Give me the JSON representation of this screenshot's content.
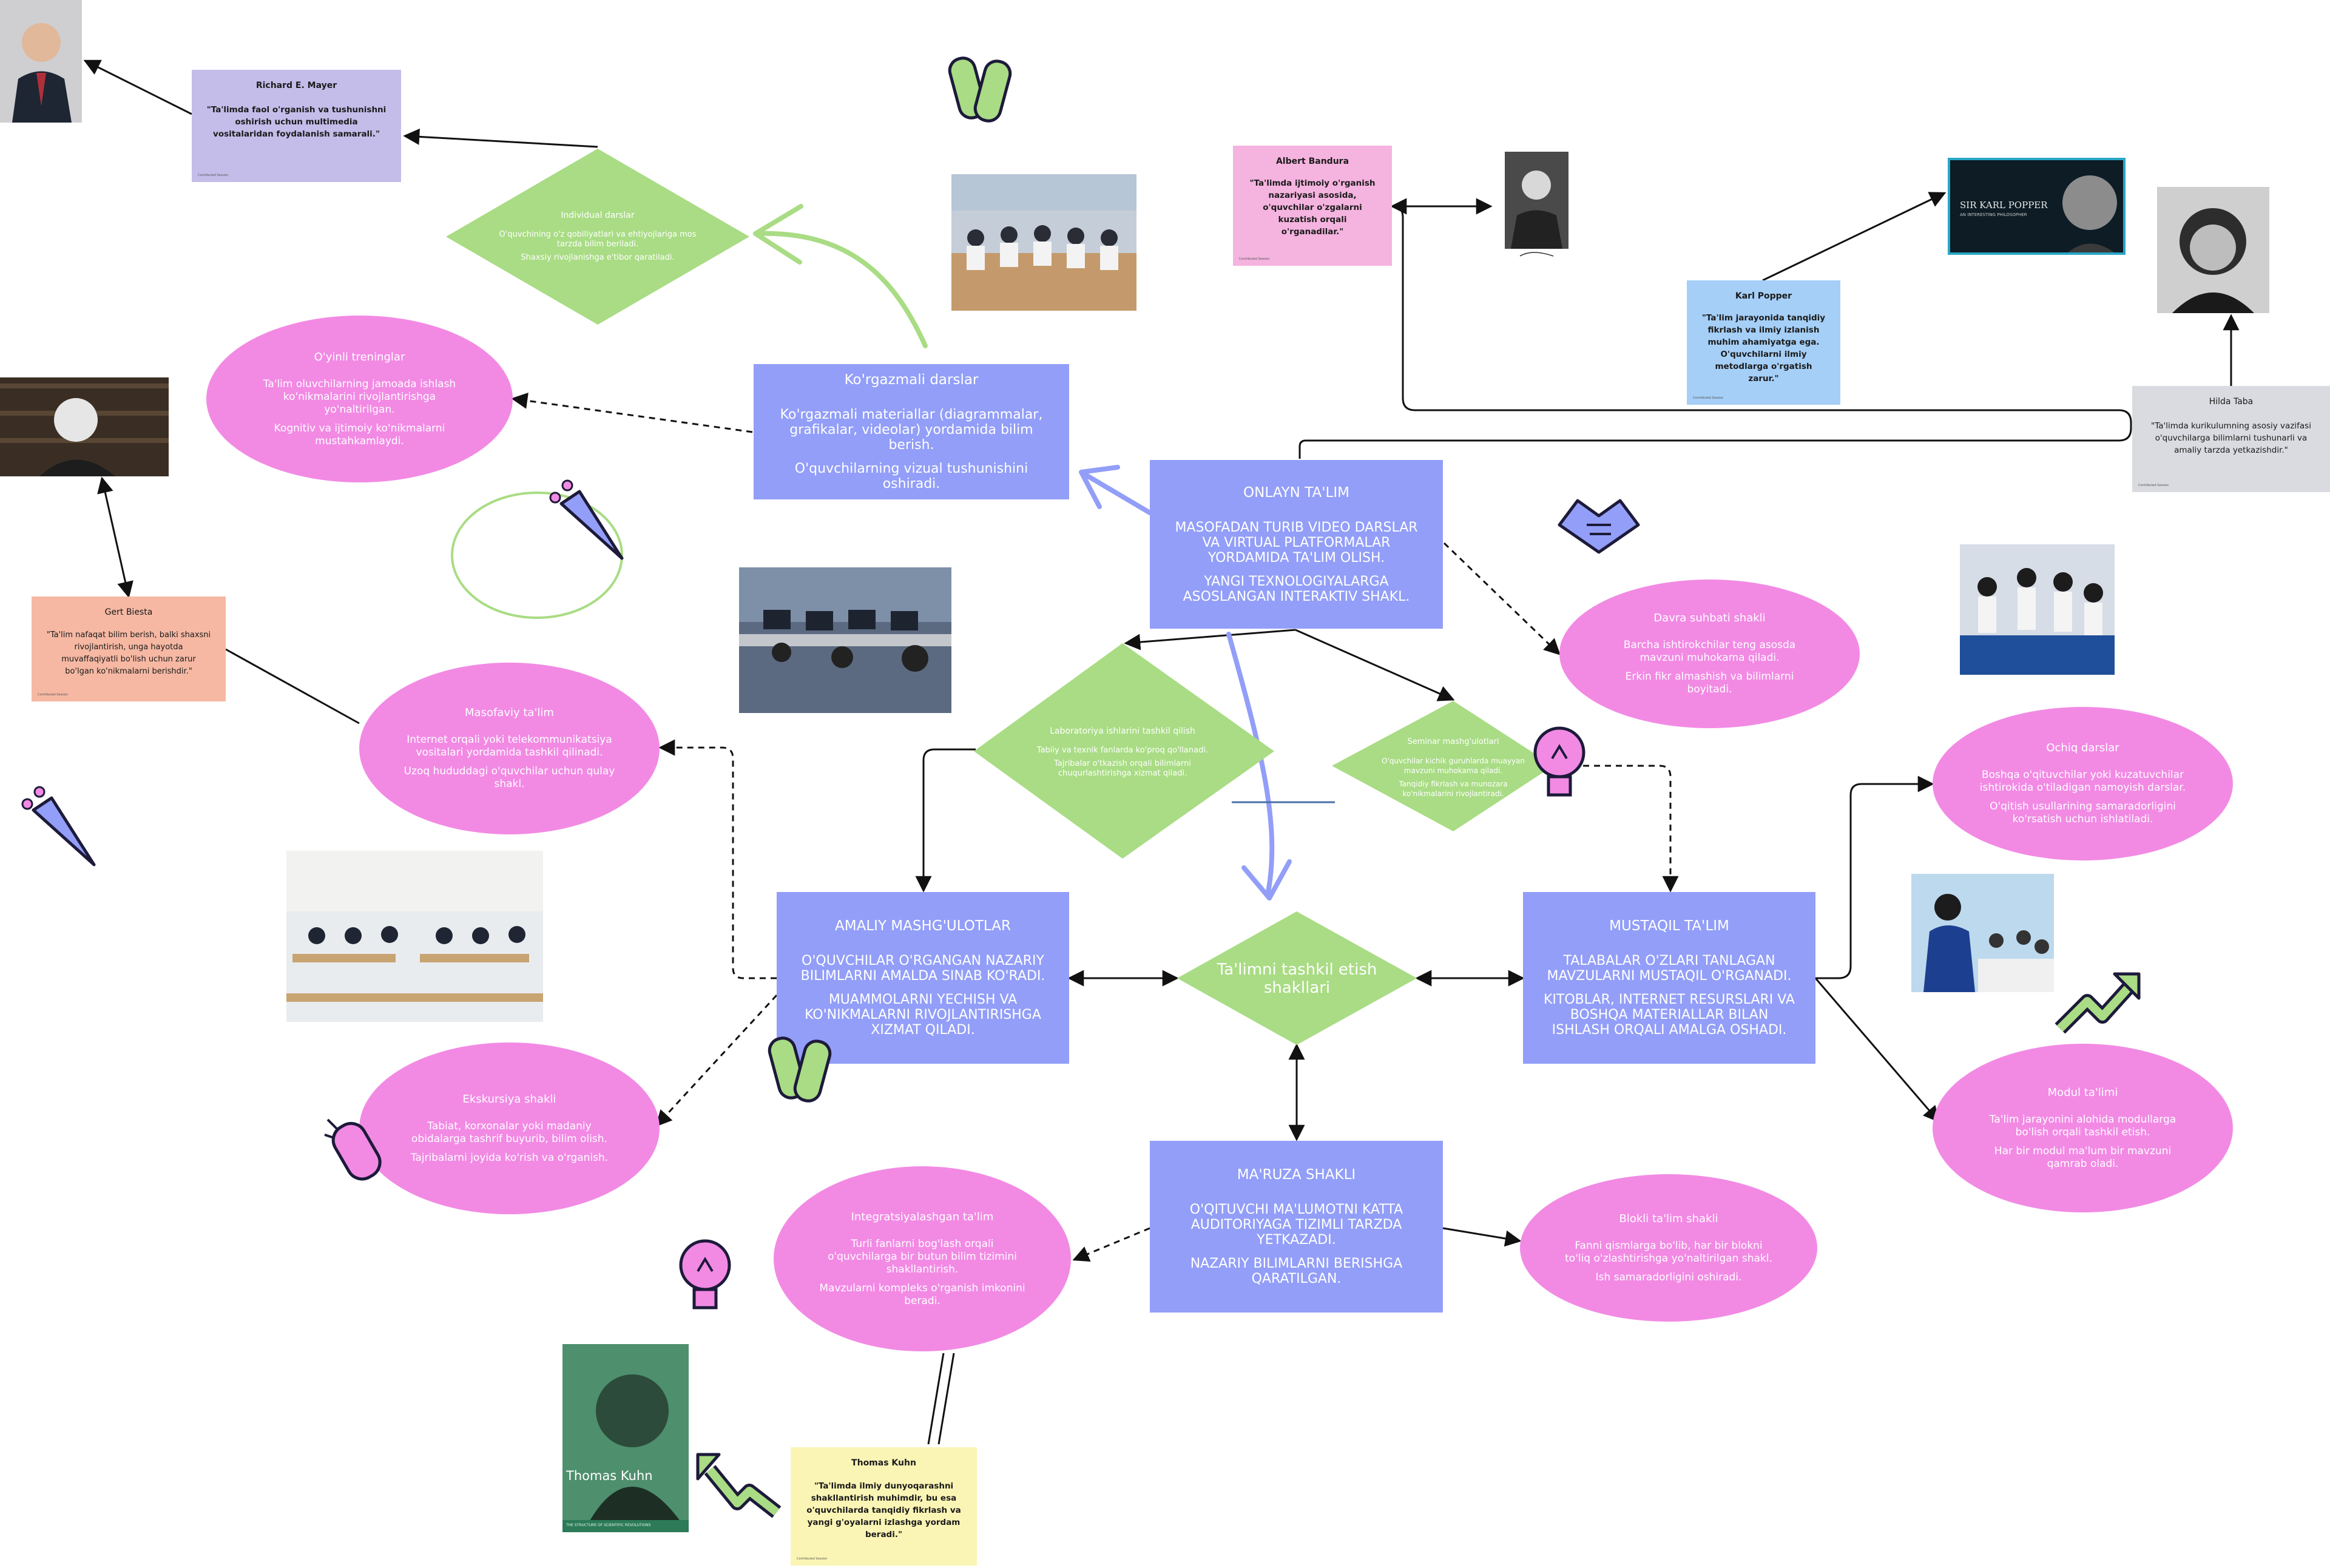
{
  "colors": {
    "blue": "#929ef8",
    "pink": "#f28ae4",
    "green": "#a9dc84",
    "icon_outline": "#1d1a3a"
  },
  "nodes": {
    "online": {
      "title": "ONLAYN TA'LIM",
      "lines": [
        "MASOFADAN TURIB VIDEO DARSLAR VA VIRTUAL PLATFORMALAR YORDAMIDA TA'LIM OLISH.",
        "YANGI TEXNOLOGIYALARGA ASOSLANGAN INTERAKTIV SHAKL."
      ]
    },
    "korgazmali": {
      "title": "Ko'rgazmali darslar",
      "lines": [
        "Ko'rgazmali materiallar (diagrammalar, grafikalar, videolar) yordamida bilim berish.",
        "O'quvchilarning vizual tushunishini oshiradi."
      ]
    },
    "amaliy": {
      "title": "AMALIY MASHG'ULOTLAR",
      "lines": [
        "O'QUVCHILAR O'RGANGAN NAZARIY BILIMLARNI AMALDA SINAB KO'RADI.",
        "MUAMMOLARNI YECHISH VA KO'NIKMALARNI RIVOJLANTIRISHGA XIZMAT QILADI."
      ]
    },
    "mustaqil": {
      "title": "MUSTAQIL TA'LIM",
      "lines": [
        "TALABALAR O'ZLARI TANLAGAN MAVZULARNI MUSTAQIL O'RGANADI.",
        "KITOBLAR, INTERNET RESURSLARI VA BOSHQA MATERIALLAR BILAN ISHLASH ORQALI AMALGA OSHADI."
      ]
    },
    "maruza": {
      "title": "MA'RUZA SHAKLI",
      "lines": [
        "O'QITUVCHI MA'LUMOTNI KATTA AUDITORIYAGA TIZIMLI TARZDA YETKAZADI.",
        "NAZARIY BILIMLARNI BERISHGA QARATILGAN."
      ]
    },
    "center": {
      "title": "Ta'limni tashkil etish shakllari"
    },
    "individual": {
      "title": "Individual darslar",
      "lines": [
        "O'quvchining o'z qobiliyatlari va ehtiyojlariga mos tarzda bilim beriladi.",
        "Shaxsiy rivojlanishga e'tibor qaratiladi."
      ]
    },
    "laboratoriya": {
      "title": "Laboratoriya ishlarini tashkil qilish",
      "lines": [
        "Tabiiy va texnik fanlarda ko'proq qo'llanadi.",
        "Tajribalar o'tkazish orqali bilimlarni chuqurlashtirishga xizmat qiladi."
      ]
    },
    "seminar": {
      "title": "Seminar mashg'ulotlari",
      "lines": [
        "O'quvchilar kichik guruhlarda muayyan mavzuni muhokama qiladi.",
        "Tanqidiy fikrlash va munozara ko'nikmalarini rivojlantiradi."
      ]
    },
    "oyinli": {
      "title": "O'yinli treninglar",
      "lines": [
        "Ta'lim oluvchilarning jamoada ishlash ko'nikmalarini rivojlantirishga yo'naltirilgan.",
        "Kognitiv va ijtimoiy ko'nikmalarni mustahkamlaydi."
      ]
    },
    "masofaviy": {
      "title": "Masofaviy ta'lim",
      "lines": [
        "Internet orqali yoki telekommunikatsiya vositalari yordamida tashkil qilinadi.",
        "Uzoq hududdagi o'quvchilar uchun qulay shakl."
      ]
    },
    "ekskursiya": {
      "title": "Ekskursiya shakli",
      "lines": [
        "Tabiat, korxonalar yoki madaniy obidalarga tashrif buyurib, bilim olish.",
        "Tajribalarni joyida ko'rish va o'rganish."
      ]
    },
    "integratsiya": {
      "title": "Integratsiyalashgan ta'lim",
      "lines": [
        "Turli fanlarni bog'lash orqali o'quvchilarga bir butun bilim tizimini shakllantirish.",
        "Mavzularni kompleks o'rganish imkonini beradi."
      ]
    },
    "bloki": {
      "title": "Blokli ta'lim shakli",
      "lines": [
        "Fanni qismlarga bo'lib, har bir blokni to'liq o'zlashtirishga yo'naltirilgan shakl.",
        "Ish samaradorligini oshiradi."
      ]
    },
    "davra": {
      "title": "Davra suhbati shakli",
      "lines": [
        "Barcha ishtirokchilar teng asosda mavzuni muhokama qiladi.",
        "Erkin fikr almashish va bilimlarni boyitadi."
      ]
    },
    "ochiq": {
      "title": "Ochiq darslar",
      "lines": [
        "Boshqa o'qituvchilar yoki kuzatuvchilar ishtirokida o'tiladigan namoyish darslar.",
        "O'qitish usullarining samaradorligini ko'rsatish uchun ishlatiladi."
      ]
    },
    "modul": {
      "title": "Modul ta'limi",
      "lines": [
        "Ta'lim jarayonini alohida modullarga bo'lish orqali tashkil etish.",
        "Har bir modul ma'lum bir mavzuni qamrab oladi."
      ]
    }
  },
  "quotes": {
    "mayer": {
      "name": "Richard E. Mayer",
      "quote": "\"Ta'limda faol o'rganish va tushunishni oshirish uchun multimedia vositalaridan foydalanish samarali.\"",
      "footer": "Contributed Session"
    },
    "bandura": {
      "name": "Albert Bandura",
      "quote": "\"Ta'limda ijtimoiy o'rganish nazariyasi asosida, o'quvchilar o'zgalarni kuzatish orqali o'rganadilar.\"",
      "footer": "Contributed Session"
    },
    "popper": {
      "name": "Karl Popper",
      "quote": "\"Ta'lim jarayonida tanqidiy fikrlash va ilmiy izlanish muhim ahamiyatga ega. O'quvchilarni ilmiy metodlarga o'rgatish zarur.\"",
      "footer": "Contributed Session"
    },
    "taba": {
      "name": "Hilda Taba",
      "quote": "\"Ta'limda kurikulumning asosiy vazifasi o'quvchilarga bilimlarni tushunarli va amaliy tarzda yetkazishdir.\"",
      "footer": "Contributed Session"
    },
    "biesta": {
      "name": "Gert Biesta",
      "quote": "\"Ta'lim nafaqat bilim berish, balki shaxsni rivojlantirish, unga hayotda muvaffaqiyatli bo'lish uchun zarur bo'lgan ko'nikmalarni berishdir.\"",
      "footer": "Contributed Session"
    },
    "kuhn": {
      "name": "Thomas Kuhn",
      "quote": "\"Ta'limda ilmiy dunyoqarashni shakllantirish muhimdir, bu esa o'quvchilarda tanqidiy fikrlash va yangi g'oyalarni izlashga yordam beradi.\"",
      "footer": "Contributed Session"
    }
  },
  "photo_captions": {
    "popper": "SIR KARL POPPER",
    "popper_sub": "AN INTERESTING PHILOSOPHER",
    "kuhn": "Thomas Kuhn",
    "kuhn_sub": "THE STRUCTURE OF SCIENTIFIC REVOLUTIONS"
  },
  "icons": [
    "high-five-icon",
    "handshake-icon",
    "party-popper-icon",
    "lightbulb-icon",
    "clapping-hands-icon",
    "trend-arrow-icon",
    "zigzag-arrow-icon"
  ]
}
